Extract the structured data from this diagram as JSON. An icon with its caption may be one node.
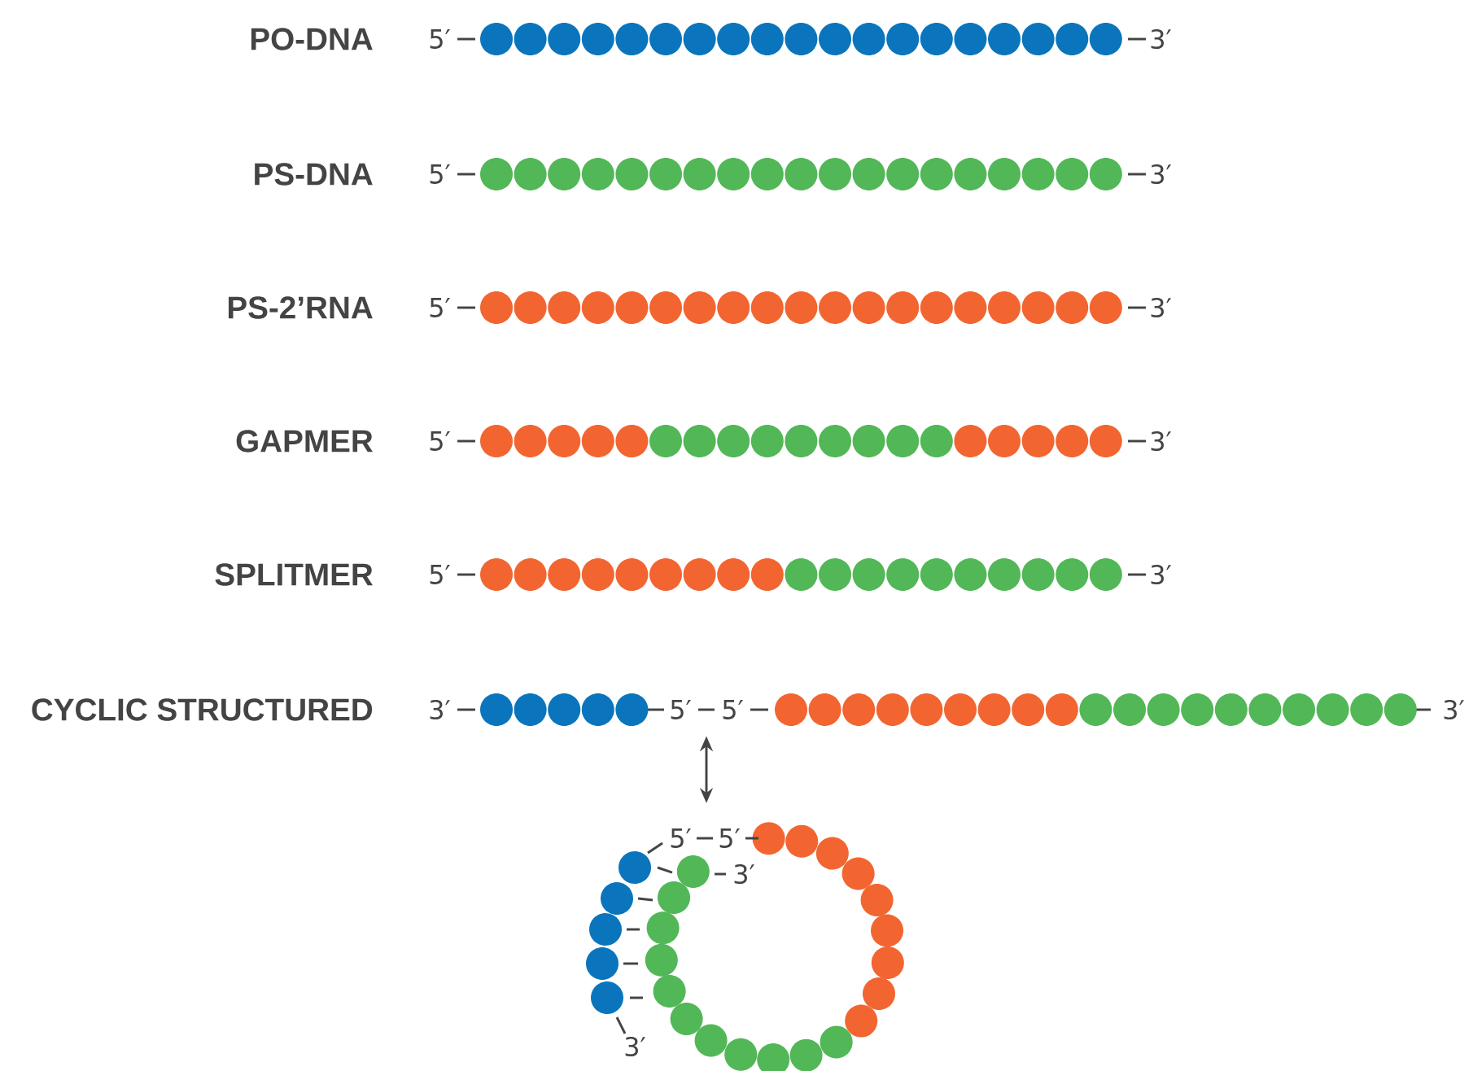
{
  "diagram": {
    "nodes": [
      {
        "text": [],
        "shape": "bar"
      },
      {
        "text": [],
        "shape": "circle"
      }
    ],
    "edges": [
      {
        "from": 0,
        "to": 1,
        "arrow": "both"
      }
    ],
    "labels": [
      "PO-DNA",
      "5′",
      "3′",
      "PS-DNA",
      "5′",
      "3′",
      "PS-2’RNA",
      "5′",
      "3′",
      "GAPMER",
      "5′",
      "3′",
      "SPLITMER",
      "5′",
      "3′",
      "CYCLIC STRUCTURED",
      "3′",
      "5′",
      "5′",
      "3′",
      "5′",
      "5′",
      "3′",
      "3′"
    ]
  }
}
